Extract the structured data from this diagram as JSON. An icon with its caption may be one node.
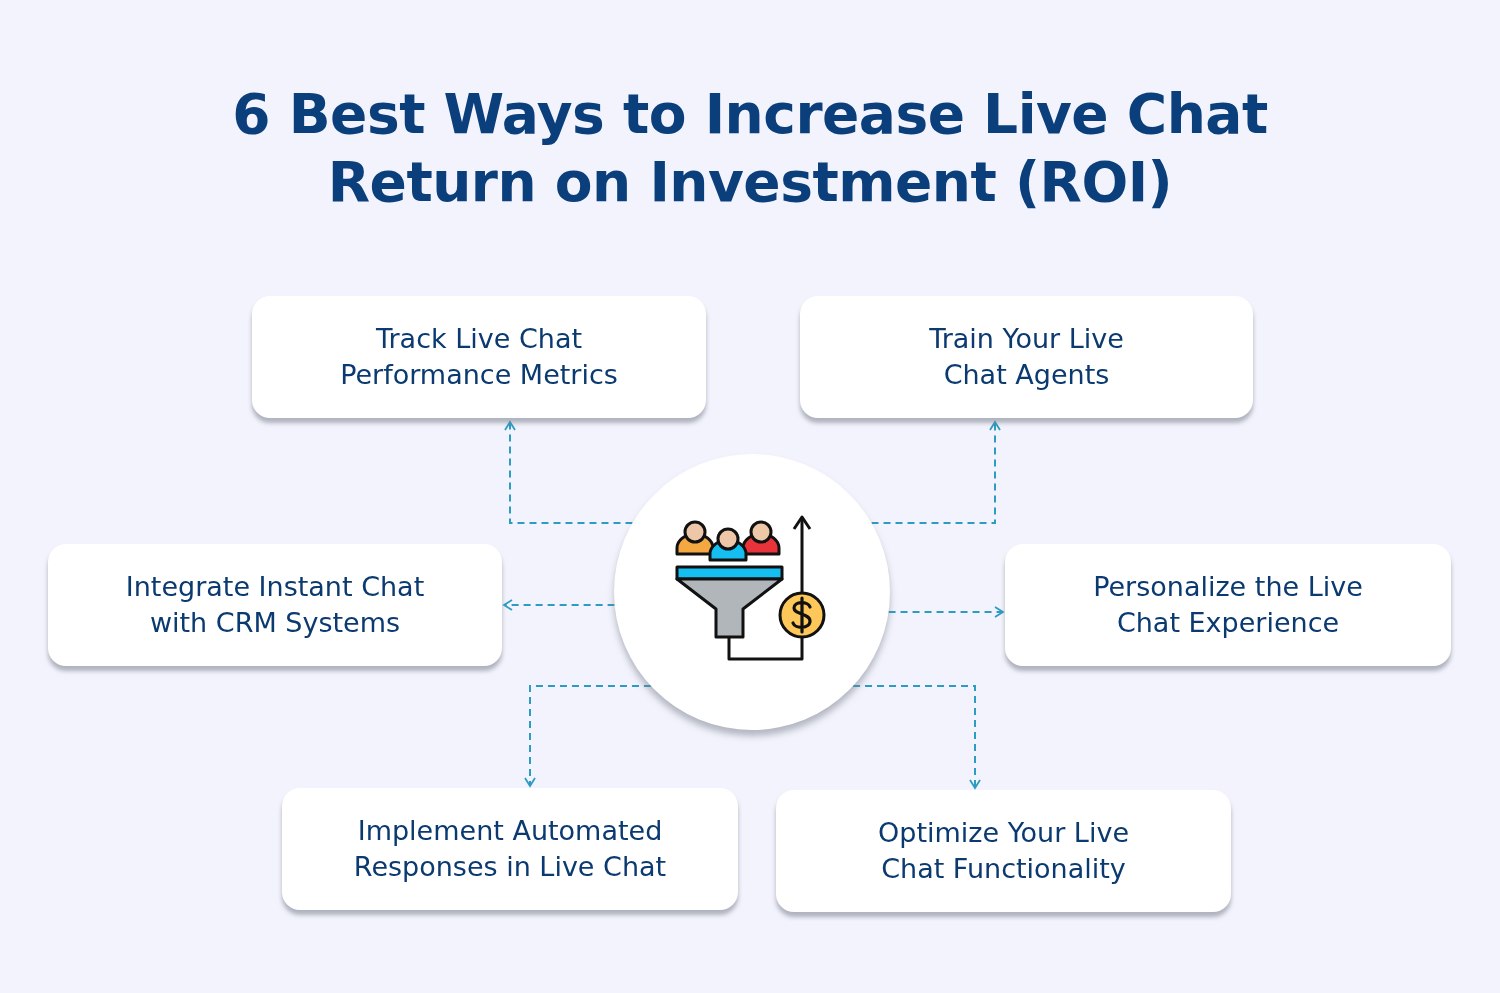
{
  "diagram": {
    "title": "6 Best Ways to Increase Live Chat Return on Investment (ROI)",
    "nodes": [
      {
        "text": [],
        "shape": "circle"
      },
      {
        "text": [
          "Track Live Chat Performance Metrics"
        ]
      },
      {
        "text": [
          "Train Your Live Chat Agents"
        ]
      },
      {
        "text": [
          "Integrate Instant Chat with CRM Systems"
        ]
      },
      {
        "text": [
          "Personalize the Live Chat Experience"
        ]
      },
      {
        "text": [
          "Implement Automated Responses in Live Chat"
        ]
      },
      {
        "text": [
          "Optimize Your Live Chat Functionality"
        ]
      }
    ],
    "edges": [
      {
        "from": 0,
        "to": 1,
        "arrow": "to",
        "style": "dashed"
      },
      {
        "from": 0,
        "to": 2,
        "arrow": "to",
        "style": "dashed"
      },
      {
        "from": 0,
        "to": 3,
        "arrow": "to",
        "style": "dashed"
      },
      {
        "from": 0,
        "to": 4,
        "arrow": "to",
        "style": "dashed"
      },
      {
        "from": 0,
        "to": 5,
        "arrow": "to",
        "style": "dashed"
      },
      {
        "from": 0,
        "to": 6,
        "arrow": "to",
        "style": "dashed"
      }
    ]
  }
}
